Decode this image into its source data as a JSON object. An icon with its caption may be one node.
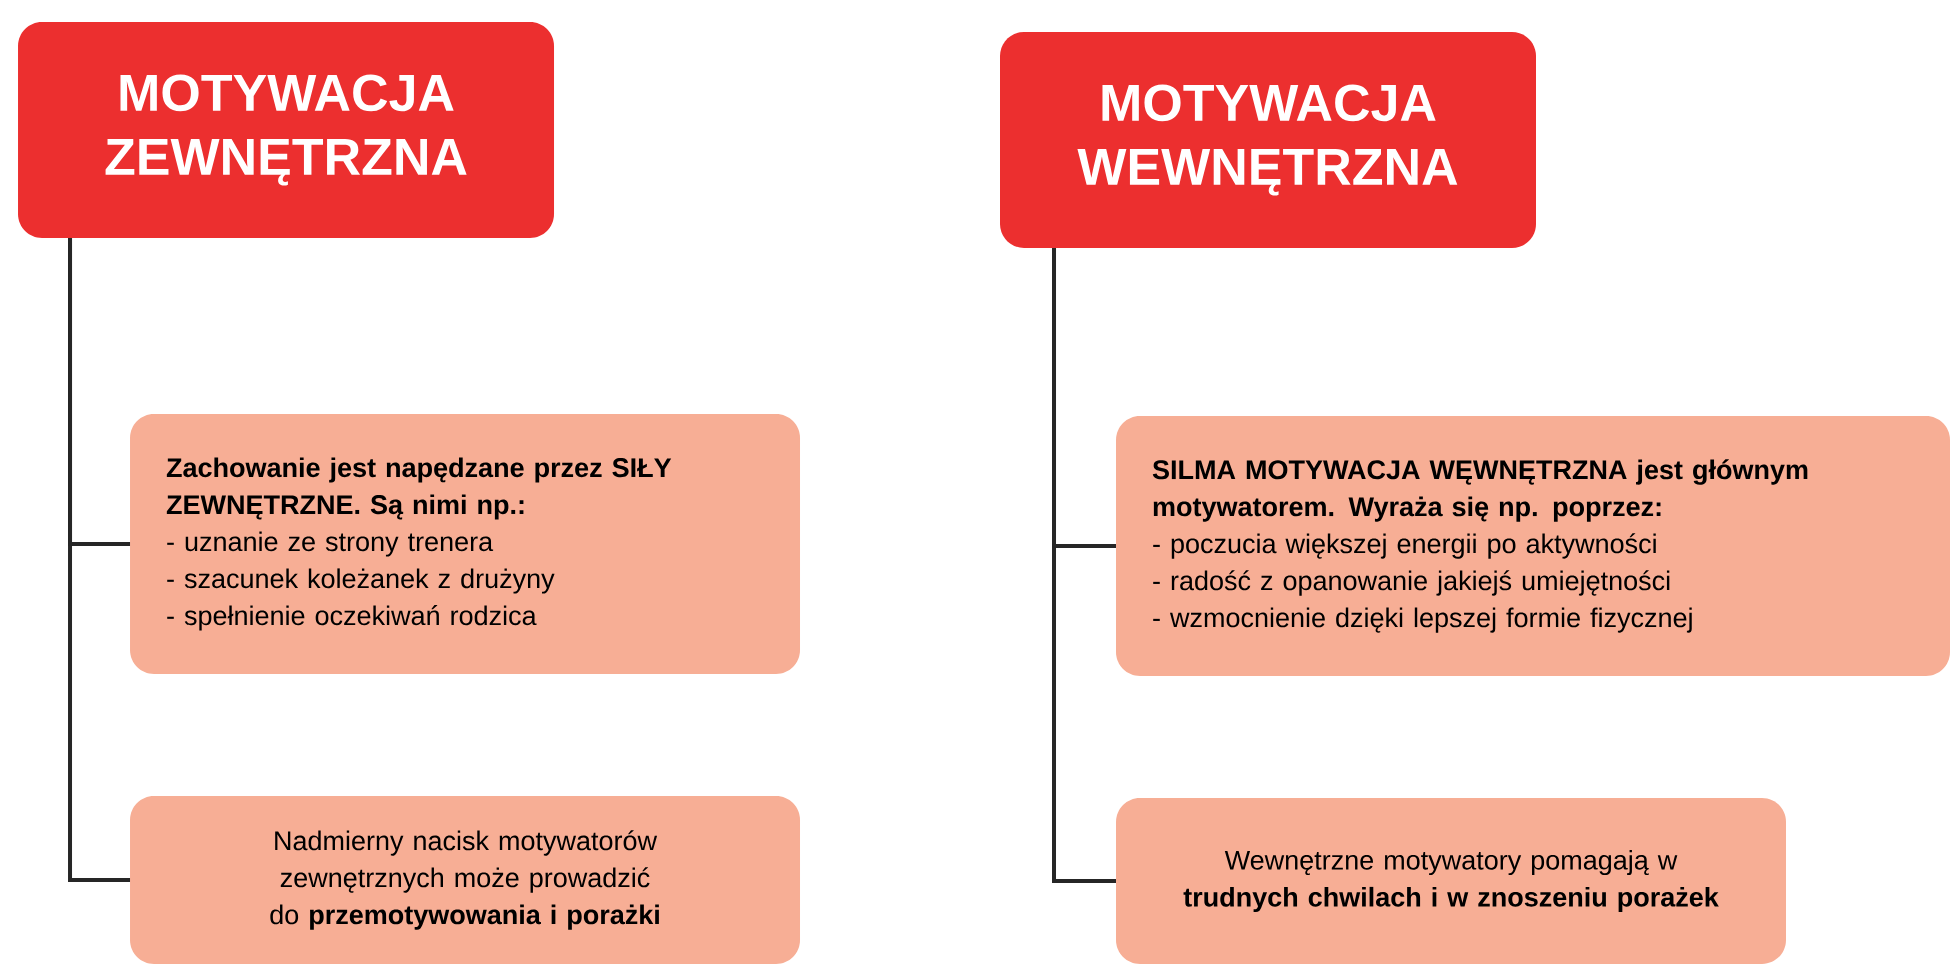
{
  "diagram": {
    "nodes": [
      {
        "text": [
          "MOTYWACJA ZEWNĘTRZNA"
        ]
      },
      {
        "text": [
          "Zachowanie jest napędzane przez SIŁY ZEWNĘTRZNE. Są nimi np.:",
          "- uznanie ze strony trenera",
          "- szacunek koleżanek z drużyny",
          "- spełnienie oczekiwań rodzica"
        ]
      },
      {
        "text": [
          "Nadmierny nacisk motywatorów zewnętrznych może prowadzić do **przemotywowania i porażki**"
        ]
      },
      {
        "text": [
          "MOTYWACJA WEWNĘTRZNA"
        ]
      },
      {
        "text": [
          "**SILMA MOTYWACJA WĘWNĘTRZNA jest głównym motywatorem. Wyraża się np. poprzez**:",
          "- poczucia większej energii po aktywności",
          "- radość z opanowanie jakiejś umiejętności",
          "- wzmocnienie dzięki lepszej formie fizycznej"
        ]
      },
      {
        "text": [
          "Wewnętrzne motywatory pomagają w **trudnych chwilach i w znoszeniu porażek**"
        ]
      }
    ],
    "edges": [
      {
        "from": 0,
        "to": 1,
        "arrow": "none"
      },
      {
        "from": 0,
        "to": 2,
        "arrow": "none"
      },
      {
        "from": 3,
        "to": 4,
        "arrow": "none"
      },
      {
        "from": 3,
        "to": 5,
        "arrow": "none"
      }
    ]
  }
}
